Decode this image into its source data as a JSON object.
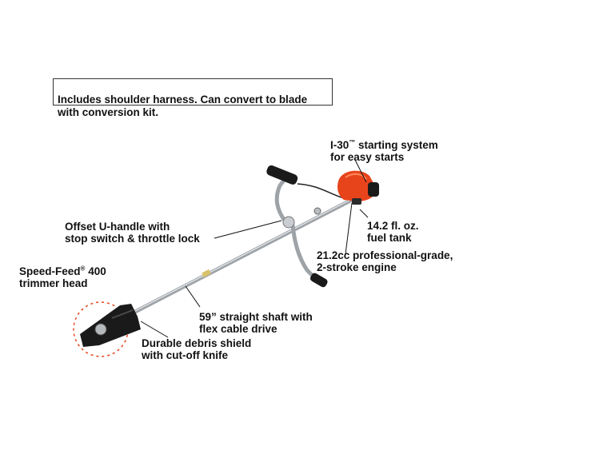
{
  "note": {
    "line1": "Includes shoulder harness. Can convert to blade",
    "line2": "with conversion kit."
  },
  "callouts": {
    "starting_system": {
      "line1_pre": "I-30",
      "line1_mark": "™",
      "line1_post": " starting system",
      "line2": "for easy starts"
    },
    "fuel_tank": {
      "line1": "14.2 fl. oz.",
      "line2": "fuel tank"
    },
    "engine": {
      "line1": "21.2cc professional-grade,",
      "line2": "2-stroke engine"
    },
    "u_handle": {
      "line1": "Offset U-handle with",
      "line2": "stop switch & throttle lock"
    },
    "trimmer_head": {
      "line1_pre": "Speed-Feed",
      "line1_mark": "®",
      "line1_post": " 400",
      "line2": "trimmer head"
    },
    "shaft": {
      "line1": "59” straight shaft with",
      "line2": "flex cable drive"
    },
    "debris_shield": {
      "line1": "Durable debris shield",
      "line2": "with cut-off knife"
    }
  },
  "colors": {
    "engine_orange": "#e8441c",
    "shaft_grey": "#9ea3a8",
    "handle_black": "#1a1a1a",
    "trim_line_orange": "#e8441c"
  }
}
